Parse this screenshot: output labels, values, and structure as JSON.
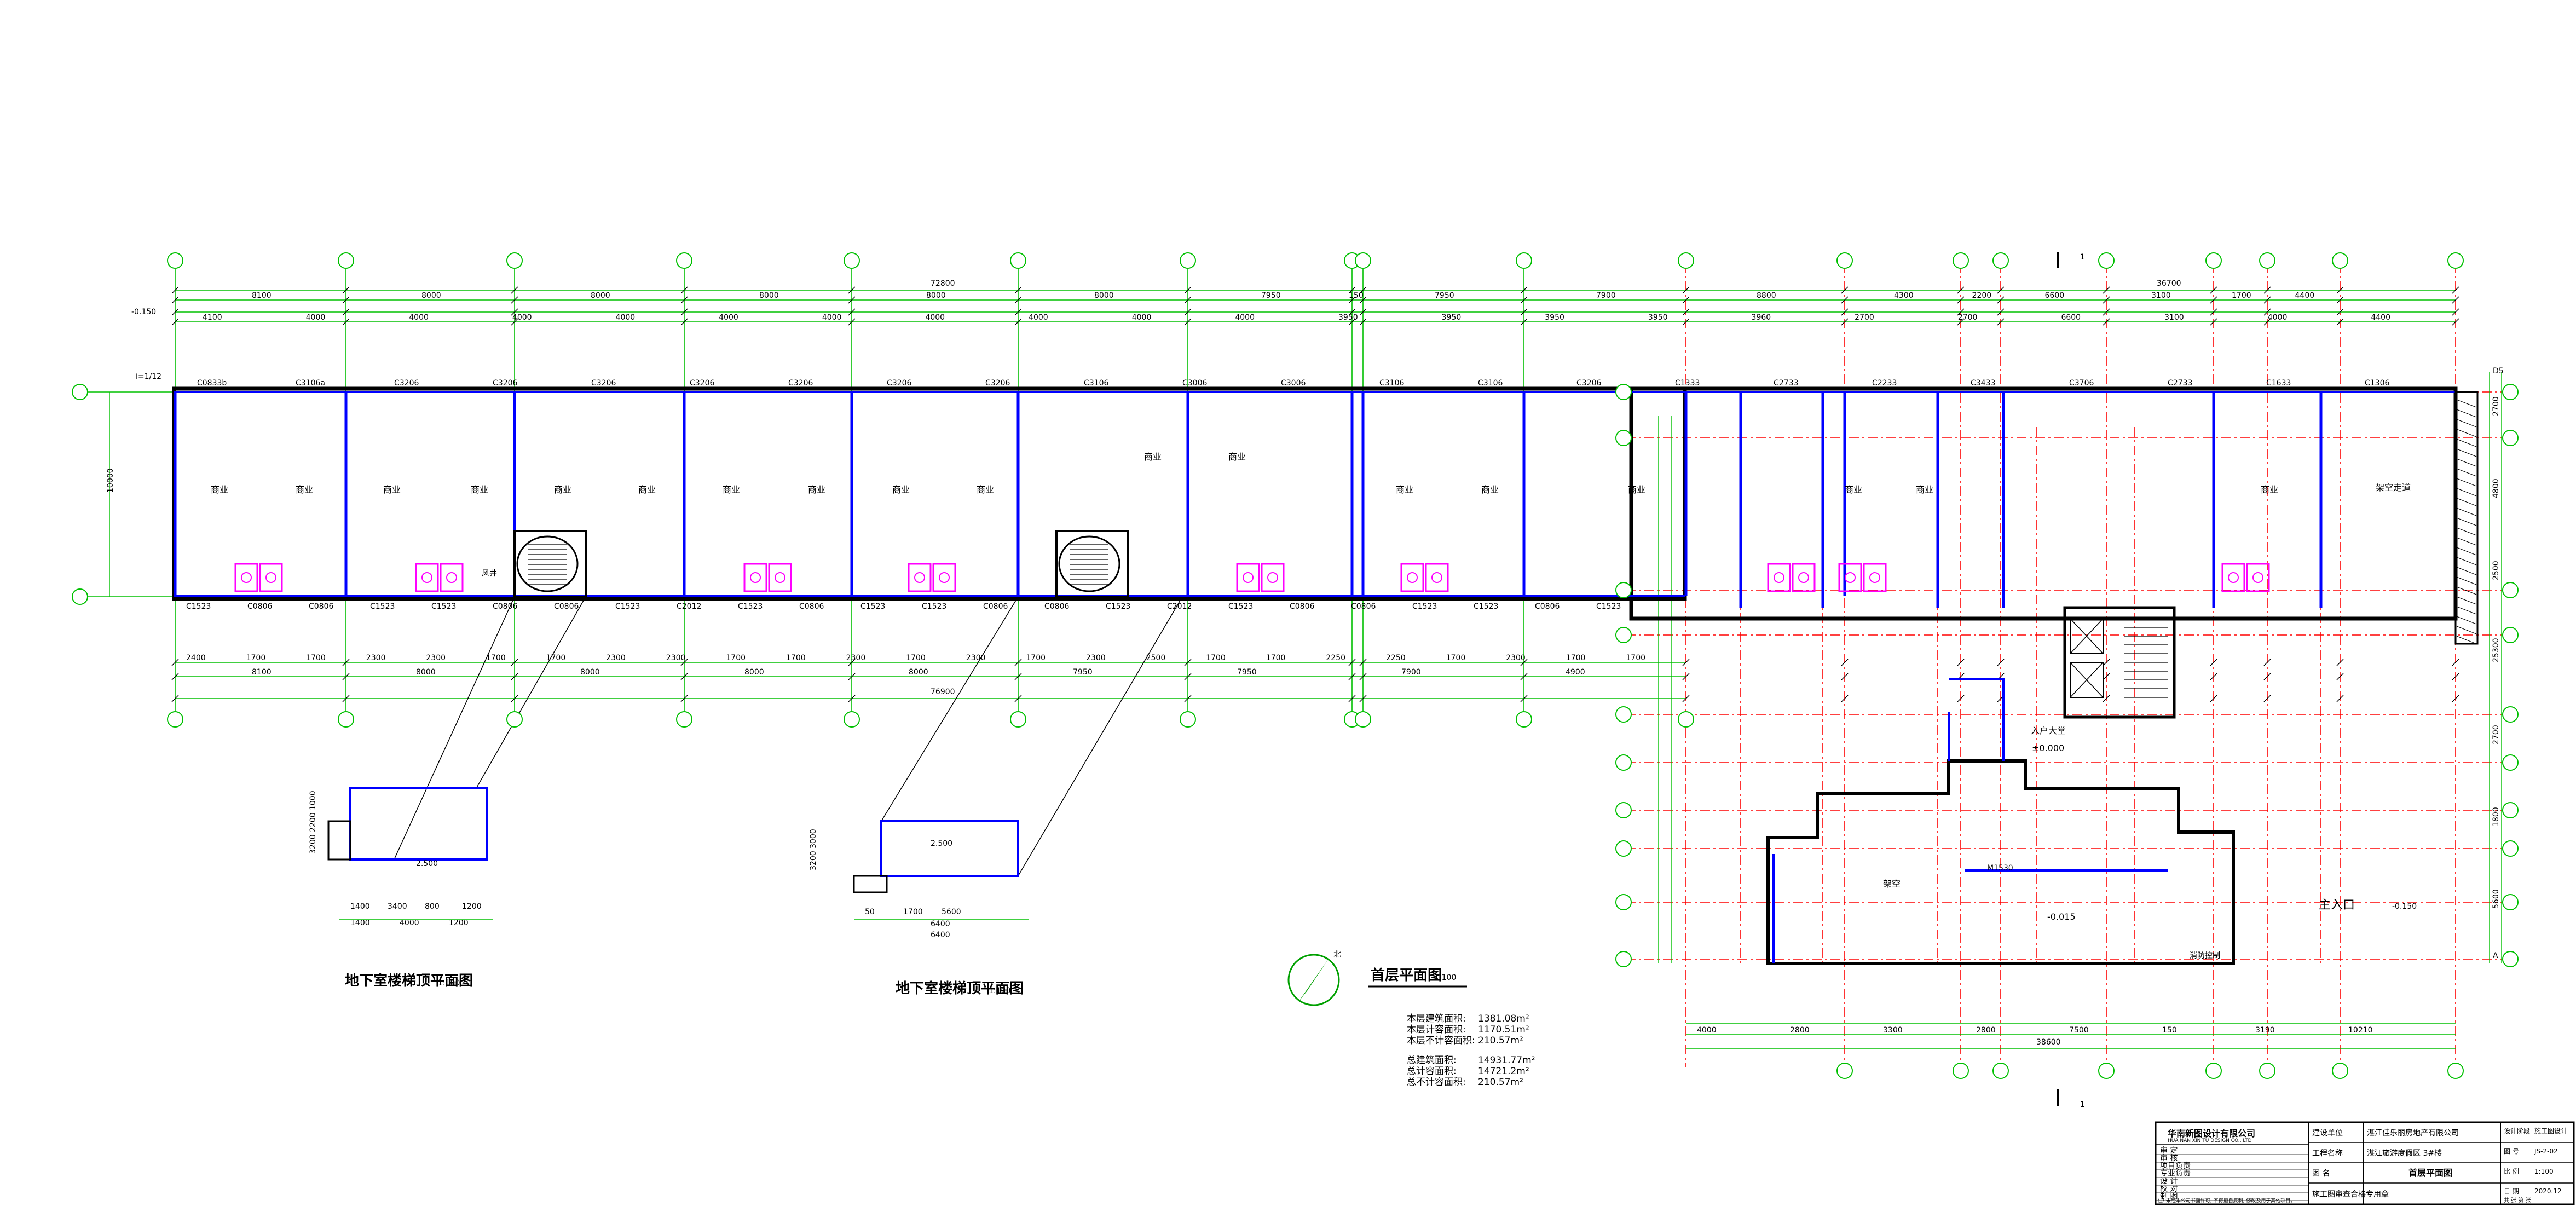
{
  "drawing": {
    "title": "首层平面图",
    "scale": "1:100",
    "north_label": "北",
    "north_icon": "north-arrow-icon",
    "section_mark": "1"
  },
  "colors": {
    "wall": "#000000",
    "axis": "#ff0000",
    "dimension": "#00c000",
    "window": "#0000ff",
    "fixture": "#ff00ff"
  },
  "dimensions": {
    "total_left": "72800",
    "total_right": "36700",
    "bays_top": [
      "8100",
      "8000",
      "8000",
      "8000",
      "8000",
      "8000",
      "7950",
      "150",
      "7950",
      "7900",
      "8800",
      "4300",
      "2200",
      "6600",
      "3100",
      "1700",
      "4400"
    ],
    "subbays_top": [
      "4100",
      "4000",
      "4000",
      "4000",
      "4000",
      "4000",
      "4000",
      "4000",
      "4000",
      "4000",
      "4000",
      "3950",
      "3950",
      "3950",
      "3950",
      "3960",
      "2700",
      "2700",
      "6600",
      "3100",
      "4000",
      "4400"
    ],
    "windows_bottom": [
      "2400",
      "1700",
      "1700",
      "2300",
      "2300",
      "1700",
      "1700",
      "2300",
      "2300",
      "1700",
      "1700",
      "2300",
      "1700",
      "2300",
      "1700",
      "2300",
      "2500",
      "1700",
      "1700",
      "2250",
      "2250",
      "1700",
      "2300",
      "1700",
      "1700"
    ],
    "bays_bottom": [
      "8100",
      "8000",
      "8000",
      "8000",
      "8000",
      "7950",
      "7950",
      "7900",
      "4900"
    ],
    "total_bottom": "76900",
    "right_total": "38600",
    "right_bottom": [
      "4000",
      "2800",
      "3300",
      "2800",
      "7500",
      "150",
      "3190",
      "10210"
    ],
    "depth_left": "10000",
    "depth_right": [
      "2700",
      "4800",
      "2500",
      "25300",
      "2700",
      "1800",
      "5600"
    ]
  },
  "rooms": {
    "shop": "商业",
    "shop_count": 18,
    "hall": "入户大堂",
    "hall_elev": "±0.000",
    "lobby": "架空",
    "lobby_elev": "-0.015",
    "corridor": "架空走道",
    "main_entrance": "主入口",
    "entrance_elev": "-0.150",
    "fire_room": "消防控制",
    "fan_room": "风井"
  },
  "labels": {
    "windows_top": [
      "C0833b",
      "C3106a",
      "C3206",
      "C3206",
      "C3206",
      "C3206",
      "C3206",
      "C3206",
      "C3206",
      "C3106",
      "C3006",
      "C3006",
      "C3106",
      "C3106",
      "C3206",
      "C1333",
      "C2733",
      "C2233",
      "C3433",
      "C3706",
      "C2733",
      "C1633",
      "C1306"
    ],
    "windows_bottom": [
      "C1523",
      "C0806",
      "C0806",
      "C1523",
      "C1523",
      "C0806",
      "C0806",
      "C1523",
      "C2012",
      "C1523",
      "C0806",
      "C1523",
      "C1523",
      "C0806",
      "C0806",
      "C1523",
      "C2012",
      "C1523",
      "C0806",
      "C0806",
      "C1523",
      "C1523",
      "C0806",
      "C1523"
    ],
    "stair_door": "M1530",
    "ramp": "i=1/12",
    "elev_left": "-0.150",
    "grid_right_top": "D5",
    "grid_right_bottom": "A"
  },
  "basement": {
    "stair_roof_1": "地下室楼梯顶平面图",
    "stair_roof_2": "地下室楼梯顶平面图",
    "scale": "1:100",
    "elev": "2.500",
    "d1": [
      "1400",
      "3400",
      "800",
      "1200"
    ],
    "d1_total": [
      "1400",
      "4000",
      "1200"
    ],
    "d2": [
      "50",
      "1700",
      "5600"
    ],
    "d2_total": [
      "6400",
      "6400"
    ],
    "d1_side": [
      "3200",
      "2200",
      "1000"
    ],
    "d2_side": [
      "3200",
      "3000"
    ]
  },
  "areas": [
    {
      "label": "本层建筑面积:",
      "value": "1381.08m²"
    },
    {
      "label": "本层计容面积:",
      "value": "1170.51m²"
    },
    {
      "label": "本层不计容面积:",
      "value": "210.57m²"
    },
    {
      "label": "总建筑面积:",
      "value": "14931.77m²"
    },
    {
      "label": "总计容面积:",
      "value": "14721.2m²"
    },
    {
      "label": "总不计容面积:",
      "value": "210.57m²"
    }
  ],
  "title_block": {
    "company": "华南新图设计有限公司",
    "company_en": "HUA NAN XIN TU DESIGN CO., LTD",
    "project_label": "建设单位",
    "project_name": "湛江佳乐丽房地产有限公司",
    "job_label": "工程名称",
    "job_name": "湛江旅游度假区 3#楼",
    "drawing_label": "图 名",
    "drawing_name": "首层平面图",
    "stage_label": "设计阶段",
    "stage": "施工图设计",
    "sheet_no_label": "图 号",
    "sheet_no": "JS-2-02",
    "scale_label": "比 例",
    "scale": "1:100",
    "date_label": "日 期",
    "date": "2020.12",
    "sheet_label": "共 张 第 张",
    "stamp": "施工图审查合格专用章",
    "roles": [
      "审 定",
      "审 核",
      "项目负责",
      "专业负责",
      "设 计",
      "校 对",
      "制 图"
    ],
    "footer": "注: 未经本公司书面许可, 不得擅自复制, 修改及用于其他项目。"
  }
}
